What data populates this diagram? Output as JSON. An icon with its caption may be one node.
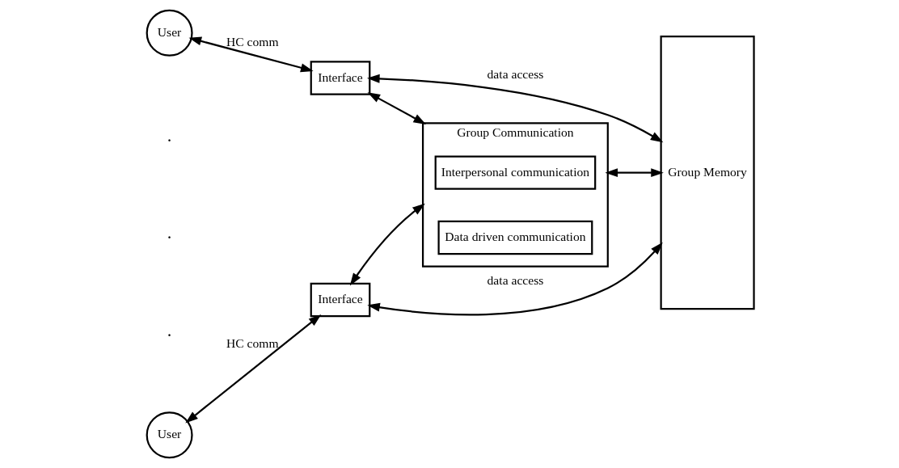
{
  "diagram": {
    "nodes": [
      {
        "text": [
          "User"
        ]
      },
      {
        "text": [
          "Interface"
        ]
      },
      {
        "text": [
          "Group Communication"
        ]
      },
      {
        "text": [
          "Interpersonal communication"
        ],
        "in": 2
      },
      {
        "text": [
          "Data driven communication"
        ],
        "in": 2
      },
      {
        "text": [
          "Group Memory"
        ]
      },
      {
        "text": [
          "User"
        ]
      },
      {
        "text": [
          "Interface"
        ]
      }
    ],
    "edges": [
      {
        "from": 0,
        "to": 1,
        "arrow": "both",
        "label": "HC comm"
      },
      {
        "from": 1,
        "to": 5,
        "arrow": "both",
        "label": "data access"
      },
      {
        "from": 1,
        "to": 2,
        "arrow": "both"
      },
      {
        "from": 7,
        "to": 2,
        "arrow": "both"
      },
      {
        "from": 2,
        "to": 5,
        "arrow": "both"
      },
      {
        "from": 6,
        "to": 7,
        "arrow": "both",
        "label": "HC comm"
      },
      {
        "from": 7,
        "to": 5,
        "arrow": "both",
        "label": "data access"
      }
    ],
    "labels": [
      ".",
      ".",
      "."
    ]
  }
}
